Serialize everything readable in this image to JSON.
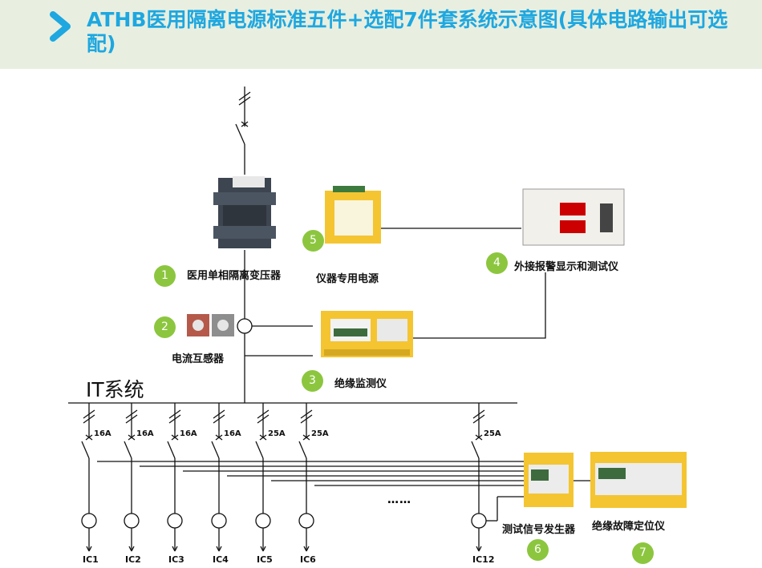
{
  "header": {
    "title": "ATHB医用隔离电源标准五件+选配7件套系统示意图(具体电路输出可选配)",
    "accent_color": "#1ea7e0",
    "bg_color": "#e8efe0",
    "icon": "chevron-right-icon"
  },
  "components": [
    {
      "num": "1",
      "label": "医用单相隔离变压器",
      "icon": "transformer-icon"
    },
    {
      "num": "2",
      "label": "电流互感器",
      "icon": "current-transformer-icon"
    },
    {
      "num": "3",
      "label": "绝缘监测仪",
      "icon": "insulation-monitor-icon"
    },
    {
      "num": "4",
      "label": "外接报警显示和测试仪",
      "icon": "alarm-display-panel-icon"
    },
    {
      "num": "5",
      "label": "仪器专用电源",
      "icon": "power-supply-module-icon"
    },
    {
      "num": "6",
      "label": "测试信号发生器",
      "icon": "test-signal-generator-icon"
    },
    {
      "num": "7",
      "label": "绝缘故障定位仪",
      "icon": "fault-locator-icon"
    }
  ],
  "system_label": "IT系统",
  "breaker_ratings": [
    "16A",
    "16A",
    "16A",
    "16A",
    "25A",
    "25A",
    "25A"
  ],
  "circuit_labels": [
    "IC1",
    "IC2",
    "IC3",
    "IC4",
    "IC5",
    "IC6",
    "IC12"
  ],
  "ellipsis": "……",
  "badge_color": "#8cc63f"
}
